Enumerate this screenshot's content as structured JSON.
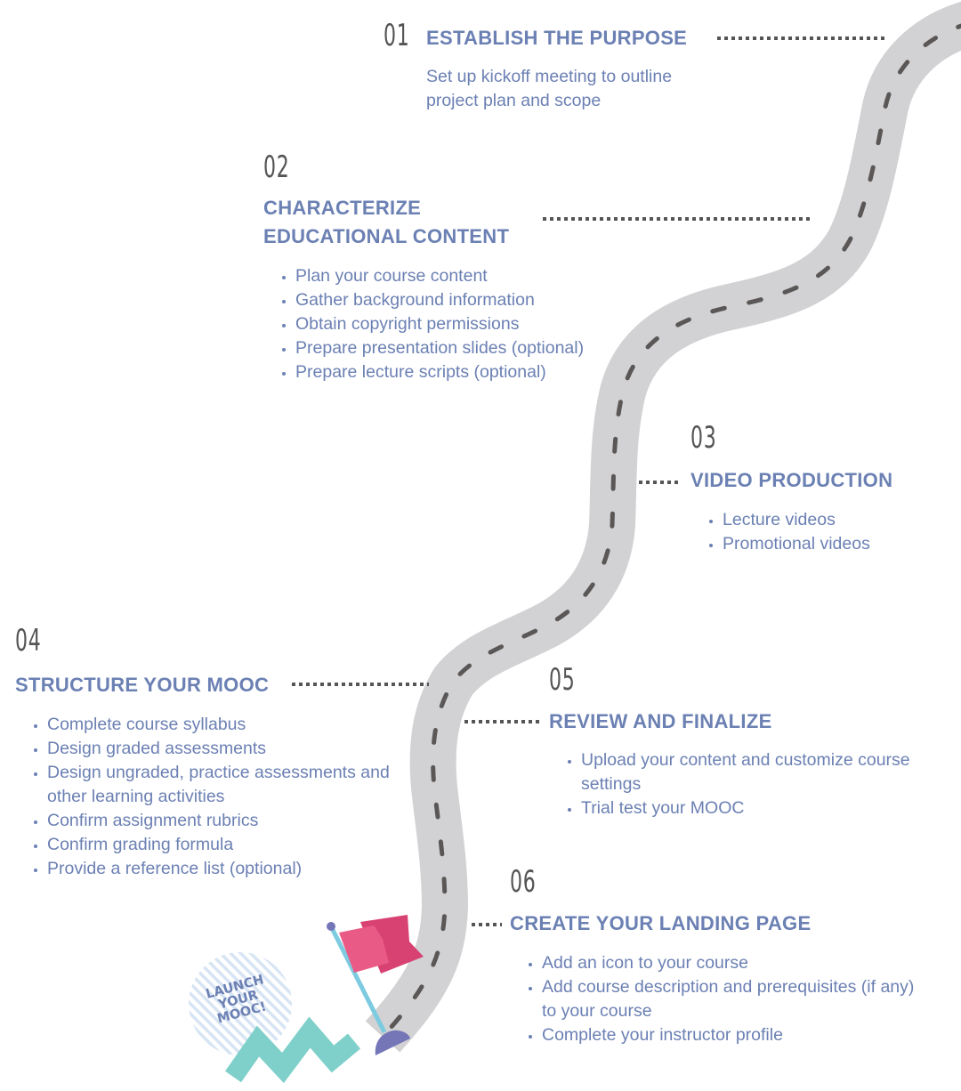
{
  "steps": [
    {
      "number": "01",
      "title": "ESTABLISH THE PURPOSE",
      "description": "Set up kickoff meeting to outline project plan and scope"
    },
    {
      "number": "02",
      "title_line1": "CHARACTERIZE",
      "title_line2": "EDUCATIONAL CONTENT",
      "items": [
        "Plan your course content",
        "Gather background information",
        "Obtain copyright permissions",
        "Prepare presentation slides (optional)",
        "Prepare lecture scripts (optional)"
      ]
    },
    {
      "number": "03",
      "title": "VIDEO PRODUCTION",
      "items": [
        "Lecture videos",
        "Promotional videos"
      ]
    },
    {
      "number": "04",
      "title": "STRUCTURE YOUR MOOC",
      "items": [
        "Complete course syllabus",
        "Design graded assessments",
        "Design ungraded, practice assessments and other learning activities",
        "Confirm assignment rubrics",
        "Confirm grading formula",
        "Provide a reference list (optional)"
      ]
    },
    {
      "number": "05",
      "title": "REVIEW AND FINALIZE",
      "items": [
        "Upload your content and customize course settings",
        "Trial test your MOOC"
      ]
    },
    {
      "number": "06",
      "title": "CREATE YOUR LANDING PAGE",
      "items": [
        "Add an icon to your course",
        "Add course description and prerequisites (if any) to your course",
        "Complete your instructor profile"
      ]
    }
  ],
  "badge": {
    "line1": "LAUNCH",
    "line2": "YOUR",
    "line3": "MOOC!"
  },
  "colors": {
    "accent_text": "#6b80b3",
    "number_text": "#555555",
    "road": "#d2d2d4",
    "road_dash": "#5a5756",
    "flag_front": "#ea5a86",
    "flag_back": "#d84273",
    "pole": "#7ccbe0",
    "base": "#7476b8",
    "zigzag": "#7fd0ca",
    "badge_stripes": "#d6e4f3"
  }
}
